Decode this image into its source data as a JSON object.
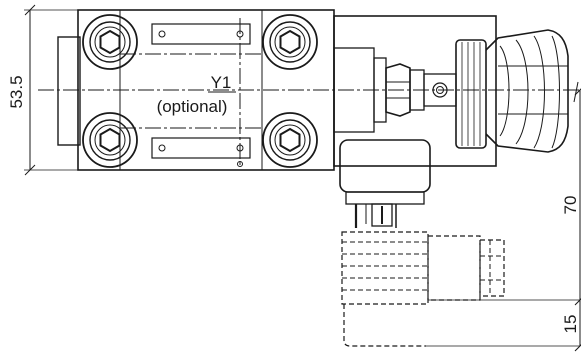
{
  "dimensions": {
    "height": "53.5",
    "connector_offset": "70",
    "connector_extra": "15"
  },
  "labels": {
    "port": "Y1",
    "port_note": "(optional)"
  },
  "icons": [
    "hex-socket-bolt-icon",
    "manual-override-knob-icon",
    "solenoid-connector-icon"
  ]
}
